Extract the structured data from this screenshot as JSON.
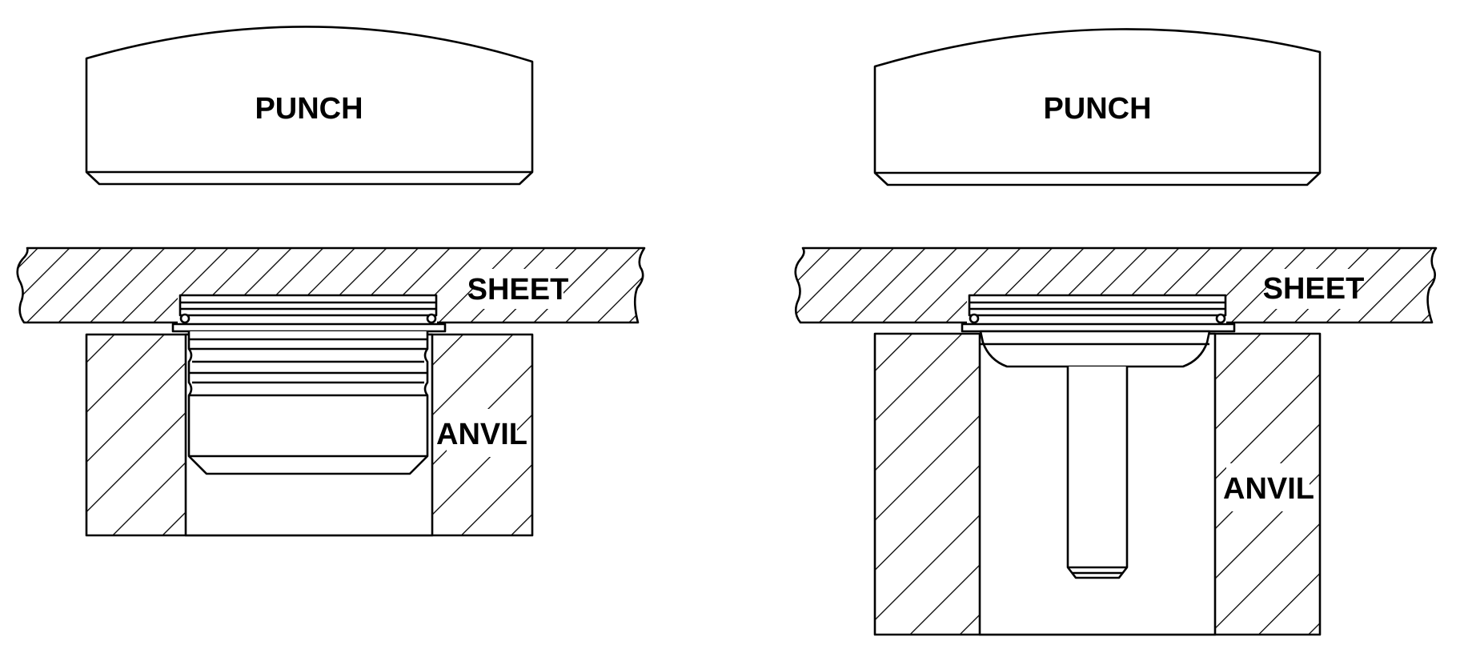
{
  "labels": {
    "left_punch": "PUNCH",
    "left_sheet": "SHEET",
    "left_anvil": "ANVIL",
    "right_punch": "PUNCH",
    "right_sheet": "SHEET",
    "right_anvil": "ANVIL"
  },
  "colors": {
    "line": "#000000",
    "background": "#ffffff"
  }
}
